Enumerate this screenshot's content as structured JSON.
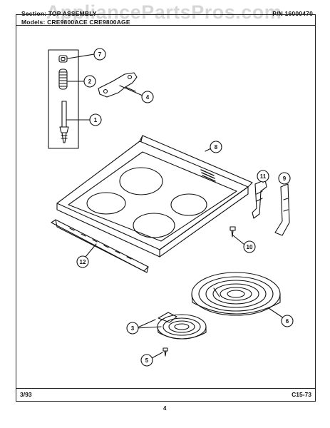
{
  "watermark": "AppliancePartsPros.com",
  "header": {
    "section": "Section: TOP ASSEMBLY",
    "models": "Models: CRE9800ACE  CRE9800AGE",
    "part_number": "P/N 16000470"
  },
  "footer": {
    "date": "3/93",
    "code": "C15-73",
    "page": "4"
  },
  "callouts": [
    "1",
    "2",
    "3",
    "4",
    "5",
    "6",
    "7",
    "8",
    "9",
    "10",
    "11",
    "12"
  ]
}
